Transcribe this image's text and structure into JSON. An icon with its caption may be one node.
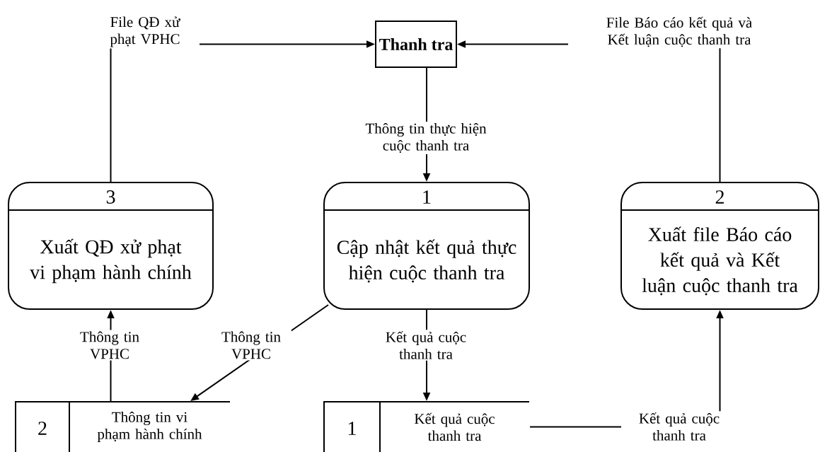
{
  "diagram": {
    "nodes": [
      {
        "text": [
          "Thanh tra"
        ]
      },
      {
        "text": [
          "1",
          "Cập nhật kết quả thực hiện cuộc thanh tra"
        ]
      },
      {
        "text": [
          "2",
          "Xuất file Báo cáo kết quả và Kết luận cuộc thanh tra"
        ]
      },
      {
        "text": [
          "3",
          "Xuất QĐ xử phạt vi phạm hành chính"
        ]
      },
      {
        "text": [
          "2",
          "Thông tin vi phạm hành chính"
        ]
      },
      {
        "text": [
          "1",
          "Kết quả cuộc thanh tra"
        ]
      }
    ],
    "edges": [
      {
        "from": 3,
        "to": 0,
        "arrow": "to",
        "label": "File QĐ xử phạt VPHC"
      },
      {
        "from": 2,
        "to": 0,
        "arrow": "to",
        "label": "File Báo cáo kết quả và Kết luận cuộc thanh tra"
      },
      {
        "from": 0,
        "to": 1,
        "arrow": "to",
        "label": "Thông tin thực hiện cuộc thanh tra"
      },
      {
        "from": 1,
        "to": 4,
        "arrow": "to",
        "label": "Thông tin VPHC"
      },
      {
        "from": 4,
        "to": 3,
        "arrow": "to",
        "label": "Thông tin VPHC"
      },
      {
        "from": 1,
        "to": 5,
        "arrow": "to",
        "label": "Kết quả cuộc thanh tra"
      },
      {
        "from": 5,
        "to": 2,
        "arrow": "to",
        "label": "Kết quả cuộc thanh tra"
      }
    ]
  }
}
